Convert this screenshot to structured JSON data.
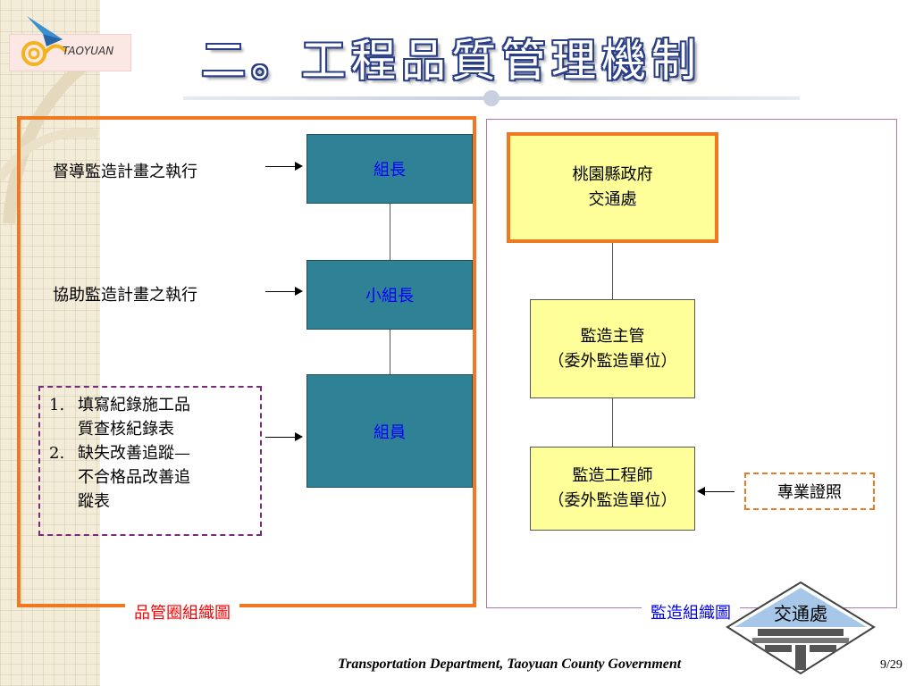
{
  "header": {
    "logo_text": "TAOYUAN",
    "title": "二。工程品質管理機制"
  },
  "left_panel": {
    "caption": "品管圈組織圖",
    "boxes": [
      "組長",
      "小組長",
      "組員"
    ],
    "labels": [
      "督導監造計畫之執行",
      "協助監造計畫之執行"
    ],
    "tasks": [
      {
        "num": "1.",
        "lines": [
          "填寫紀錄施工品",
          "質查核紀錄表"
        ]
      },
      {
        "num": "2.",
        "lines": [
          "缺失改善追蹤—",
          "不合格品改善追",
          "蹤表"
        ]
      }
    ]
  },
  "right_panel": {
    "caption": "監造組織圖",
    "top_box": [
      "桃園縣政府",
      "交通處"
    ],
    "middle_box": [
      "監造主管",
      "（委外監造單位）"
    ],
    "bottom_box": [
      "監造工程師",
      "（委外監造單位）"
    ],
    "side_box": "專業證照",
    "emblem_text": "交通處"
  },
  "footer": {
    "text": "Transportation Department, Taoyuan County Government",
    "page": "9/29"
  },
  "colors": {
    "accent_orange": "#f07820",
    "teal_box": "#2f8296",
    "yellow_box": "#ffff99",
    "title_outline": "#2a3f88",
    "dashed_purple": "#7a2a7a"
  }
}
